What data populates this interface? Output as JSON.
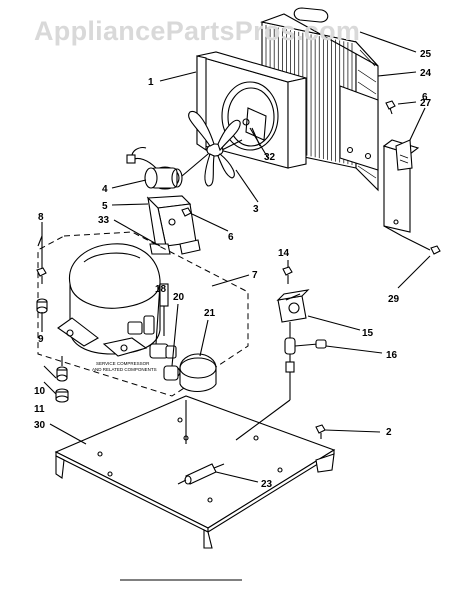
{
  "watermark": "AppliancePartsPros.com",
  "service_note": {
    "line1": "SERVICE COMPRESSOR",
    "line2": "AND RELATED COMPONENTS"
  },
  "callouts": [
    {
      "id": "c1",
      "text": "1"
    },
    {
      "id": "c2",
      "text": "2"
    },
    {
      "id": "c3",
      "text": "3"
    },
    {
      "id": "c4",
      "text": "4"
    },
    {
      "id": "c5",
      "text": "5"
    },
    {
      "id": "c6a",
      "text": "6"
    },
    {
      "id": "c6b",
      "text": "6"
    },
    {
      "id": "c7",
      "text": "7"
    },
    {
      "id": "c8",
      "text": "8"
    },
    {
      "id": "c9",
      "text": "9"
    },
    {
      "id": "c10",
      "text": "10"
    },
    {
      "id": "c11",
      "text": "11"
    },
    {
      "id": "c14",
      "text": "14"
    },
    {
      "id": "c15",
      "text": "15"
    },
    {
      "id": "c16",
      "text": "16"
    },
    {
      "id": "c18",
      "text": "18"
    },
    {
      "id": "c20",
      "text": "20"
    },
    {
      "id": "c21",
      "text": "21"
    },
    {
      "id": "c23",
      "text": "23"
    },
    {
      "id": "c24",
      "text": "24"
    },
    {
      "id": "c25",
      "text": "25"
    },
    {
      "id": "c27",
      "text": "27"
    },
    {
      "id": "c29",
      "text": "29"
    },
    {
      "id": "c30",
      "text": "30"
    },
    {
      "id": "c32",
      "text": "32"
    },
    {
      "id": "c33",
      "text": "33"
    }
  ]
}
